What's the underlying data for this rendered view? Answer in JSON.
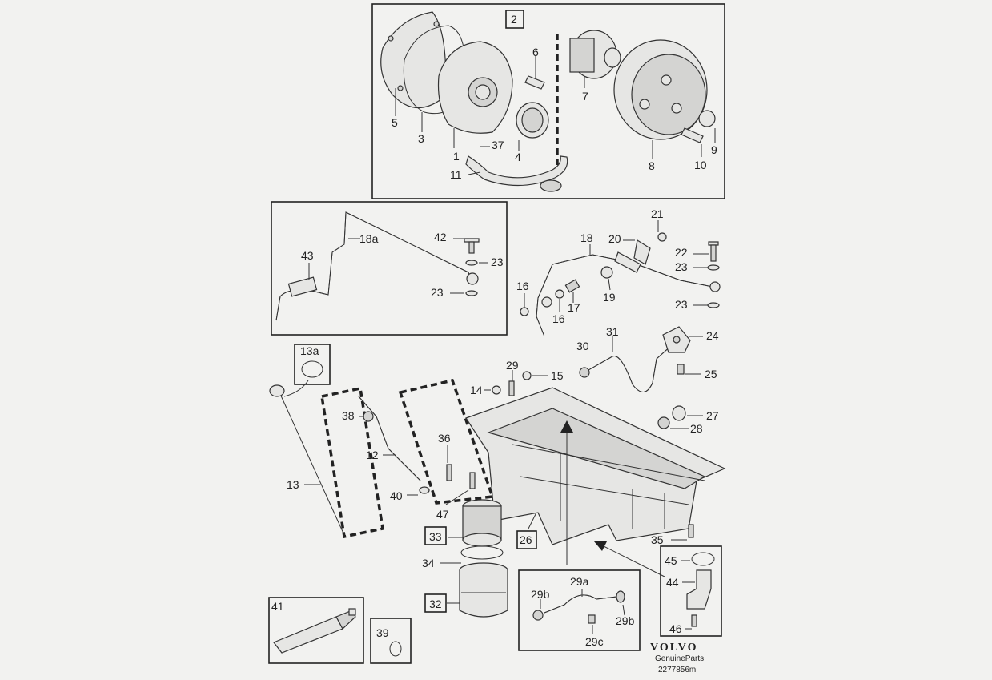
{
  "callouts": {
    "c1": "1",
    "c2": "2",
    "c3": "3",
    "c4": "4",
    "c5": "5",
    "c6": "6",
    "c7": "7",
    "c8": "8",
    "c9": "9",
    "c10": "10",
    "c11": "11",
    "c12": "12",
    "c13": "13",
    "c13a": "13a",
    "c14": "14",
    "c15": "15",
    "c16a": "16",
    "c16b": "16",
    "c17": "17",
    "c18": "18",
    "c18a": "18a",
    "c19": "19",
    "c20": "20",
    "c21": "21",
    "c22": "22",
    "c23a": "23",
    "c23b": "23",
    "c23c": "23",
    "c23d": "23",
    "c24": "24",
    "c25": "25",
    "c26": "26",
    "c27": "27",
    "c28": "28",
    "c29": "29",
    "c29a": "29a",
    "c29b1": "29b",
    "c29b2": "29b",
    "c29c": "29c",
    "c30": "30",
    "c31": "31",
    "c32": "32",
    "c33": "33",
    "c34": "34",
    "c35": "35",
    "c36": "36",
    "c37": "37",
    "c38": "38",
    "c39": "39",
    "c40": "40",
    "c41": "41",
    "c42": "42",
    "c43": "43",
    "c44": "44",
    "c45": "45",
    "c46": "46",
    "c47": "47"
  },
  "branding": {
    "logo": "VOLVO",
    "tagline": "GenuineParts",
    "diagram_number": "2277856m"
  }
}
